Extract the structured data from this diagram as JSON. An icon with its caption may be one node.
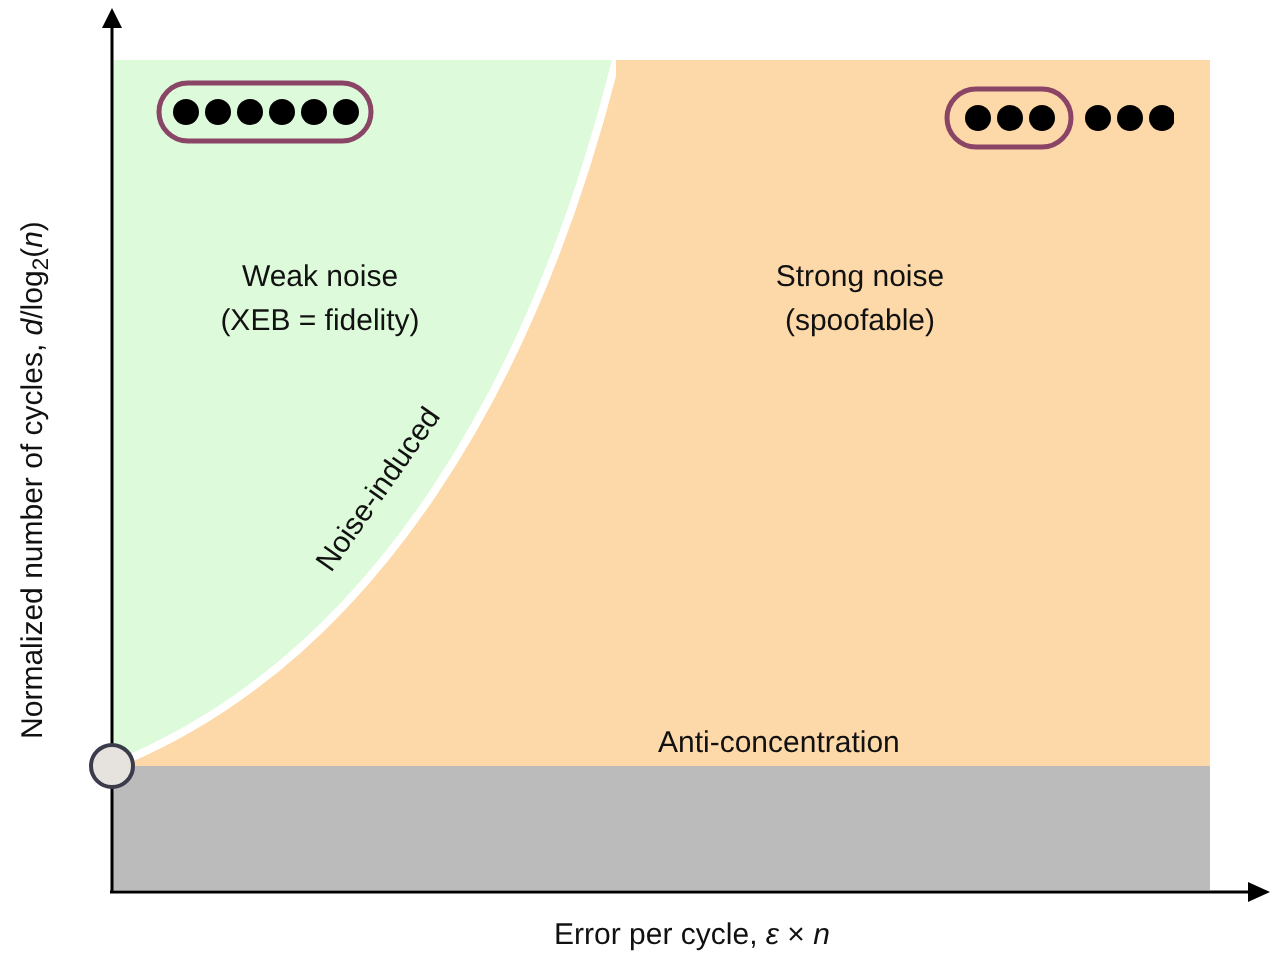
{
  "diagram": {
    "nodes": [
      {
        "text": [
          "Weak noise",
          "(XEB = fidelity)"
        ],
        "in": 1
      },
      {
        "text": [
          "Strong noise",
          "(spoofable)"
        ]
      },
      {
        "text": [],
        "shape": "bar"
      }
    ],
    "labels": [
      "Noise-induced",
      "Anti-concentration",
      "Normalized number of cycles, *d*/log$_{2}$(*n*)",
      "Error per cycle, *ε* × *n*"
    ]
  }
}
